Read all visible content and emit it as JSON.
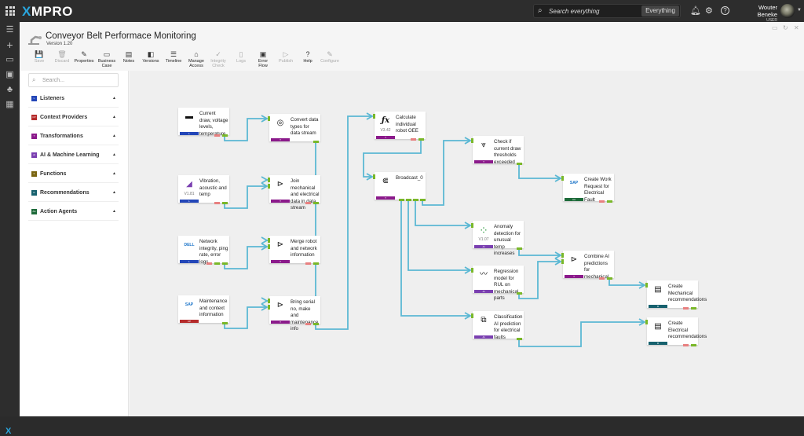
{
  "topbar": {
    "brand_x": "X",
    "brand_rest": "MPRO",
    "search_placeholder": "Search everything",
    "search_scope": "Everything",
    "user_name": "Wouter Beneke",
    "user_role": "USER"
  },
  "stream": {
    "title": "Conveyor Belt Performace Monitoring",
    "version": "Version 1.20"
  },
  "toolbar": [
    {
      "label": "Save",
      "icon": "save-icon",
      "glyph": "💾",
      "enabled": false
    },
    {
      "label": "Discard",
      "icon": "trash-icon",
      "glyph": "🗑",
      "enabled": false
    },
    {
      "label": "Properties",
      "icon": "pencil-icon",
      "glyph": "✎",
      "enabled": true
    },
    {
      "label": "Business Case",
      "icon": "briefcase-icon",
      "glyph": "▭",
      "enabled": true
    },
    {
      "label": "Notes",
      "icon": "notes-icon",
      "glyph": "▤",
      "enabled": true
    },
    {
      "label": "Versions",
      "icon": "versions-icon",
      "glyph": "◧",
      "enabled": true
    },
    {
      "label": "Timeline",
      "icon": "timeline-icon",
      "glyph": "☰",
      "enabled": true
    },
    {
      "label": "Manage Access",
      "icon": "access-icon",
      "glyph": "⌂",
      "enabled": true
    },
    {
      "label": "Integrity Check",
      "icon": "check-circle-icon",
      "glyph": "✓",
      "enabled": false
    },
    {
      "label": "Logs",
      "icon": "logs-icon",
      "glyph": "▯",
      "enabled": false
    },
    {
      "label": "Error Flow",
      "icon": "error-flow-icon",
      "glyph": "▣",
      "enabled": true
    },
    {
      "label": "Publish",
      "icon": "play-icon",
      "glyph": "▷",
      "enabled": false
    },
    {
      "label": "Help",
      "icon": "help-icon",
      "glyph": "?",
      "enabled": true
    },
    {
      "label": "Configure",
      "icon": "wrench-icon",
      "glyph": "✎",
      "enabled": false
    }
  ],
  "panel": {
    "search_placeholder": "Search...",
    "categories": [
      {
        "label": "Listeners",
        "badge": "L",
        "color": "#2346b8"
      },
      {
        "label": "Context Providers",
        "badge": "CP",
        "color": "#b52b2b"
      },
      {
        "label": "Transformations",
        "badge": "T",
        "color": "#8b1a8b"
      },
      {
        "label": "AI & Machine Learning",
        "badge": "AI",
        "color": "#7a3fb0"
      },
      {
        "label": "Functions",
        "badge": "F",
        "color": "#7a6510"
      },
      {
        "label": "Recommendations",
        "badge": "R",
        "color": "#17616e"
      },
      {
        "label": "Action Agents",
        "badge": "AA",
        "color": "#1e6b3a"
      }
    ]
  },
  "colors": {
    "wire": "#5bb8d4",
    "port": "#7ab829",
    "error_port": "#e88080"
  },
  "nodes": [
    {
      "id": "n1",
      "text": "Current draw, voltage levels, temperature",
      "badge": "L",
      "color": "#2346b8",
      "icon": "power-meter-icon",
      "glyph": "▬",
      "version": ""
    },
    {
      "id": "n2",
      "text": "Vibration, acoustic and temp",
      "badge": "L",
      "color": "#2346b8",
      "icon": "signal-icon",
      "glyph": "◢",
      "version": "V1.81"
    },
    {
      "id": "n3",
      "text": "Network integrity, ping rate, error logs",
      "badge": "L",
      "color": "#2346b8",
      "icon": "dell-icon",
      "glyph": "DELL",
      "version": ""
    },
    {
      "id": "n4",
      "text": "Maintenance and context information",
      "badge": "CP",
      "color": "#b52b2b",
      "icon": "sap-icon",
      "glyph": "SAP",
      "version": ""
    },
    {
      "id": "n5",
      "text": "Convert data types for data stream",
      "badge": "T",
      "color": "#8b1a8b",
      "icon": "convert-icon",
      "glyph": "◎",
      "version": ""
    },
    {
      "id": "n6",
      "text": "Join mechanical and electrical data in data stream",
      "badge": "T",
      "color": "#8b1a8b",
      "icon": "join-icon",
      "glyph": "⊳",
      "version": ""
    },
    {
      "id": "n7",
      "text": "Merge robot and network information",
      "badge": "T",
      "color": "#8b1a8b",
      "icon": "join-icon",
      "glyph": "⊳",
      "version": ""
    },
    {
      "id": "n8",
      "text": "Bring serial no, make and maintenance info",
      "badge": "T",
      "color": "#8b1a8b",
      "icon": "join-icon",
      "glyph": "⊳",
      "version": ""
    },
    {
      "id": "n9",
      "text": "Calculate individual robot OEE",
      "badge": "T",
      "color": "#8b1a8b",
      "icon": "function-icon",
      "glyph": "ƒx",
      "version": "V3.42"
    },
    {
      "id": "n10",
      "text": "Broadcast_0",
      "badge": "T",
      "color": "#8b1a8b",
      "icon": "broadcast-icon",
      "glyph": "⋐",
      "version": ""
    },
    {
      "id": "n11",
      "text": "Check if current draw thresholds exceeded",
      "badge": "T",
      "color": "#8b1a8b",
      "icon": "threshold-icon",
      "glyph": "⩔",
      "version": ""
    },
    {
      "id": "n12",
      "text": "Create Work Request for Electrical Fault",
      "badge": "AA",
      "color": "#1e6b3a",
      "icon": "sap-icon",
      "glyph": "SAP",
      "version": ""
    },
    {
      "id": "n13",
      "text": "Anomaly detection for unusual temp increases",
      "badge": "AI",
      "color": "#7a3fb0",
      "icon": "anomaly-icon",
      "glyph": "⁘",
      "version": "V1.07"
    },
    {
      "id": "n14",
      "text": "Regression model for RUL on mechanical parts",
      "badge": "AI",
      "color": "#7a3fb0",
      "icon": "regression-icon",
      "glyph": "〰",
      "version": ""
    },
    {
      "id": "n15",
      "text": "Classification AI prediction for electrical faults",
      "badge": "AI",
      "color": "#7a3fb0",
      "icon": "classification-icon",
      "glyph": "⧉",
      "version": ""
    },
    {
      "id": "n16",
      "text": "Combine AI predictions for mechanical",
      "badge": "T",
      "color": "#8b1a8b",
      "icon": "join-icon",
      "glyph": "⊳",
      "version": ""
    },
    {
      "id": "n17",
      "text": "Create Mechanical recommendations",
      "badge": "R",
      "color": "#17616e",
      "icon": "recommendation-icon",
      "glyph": "▤",
      "version": ""
    },
    {
      "id": "n18",
      "text": "Create Electrical recommendations",
      "badge": "R",
      "color": "#17616e",
      "icon": "recommendation-icon",
      "glyph": "▤",
      "version": ""
    }
  ]
}
